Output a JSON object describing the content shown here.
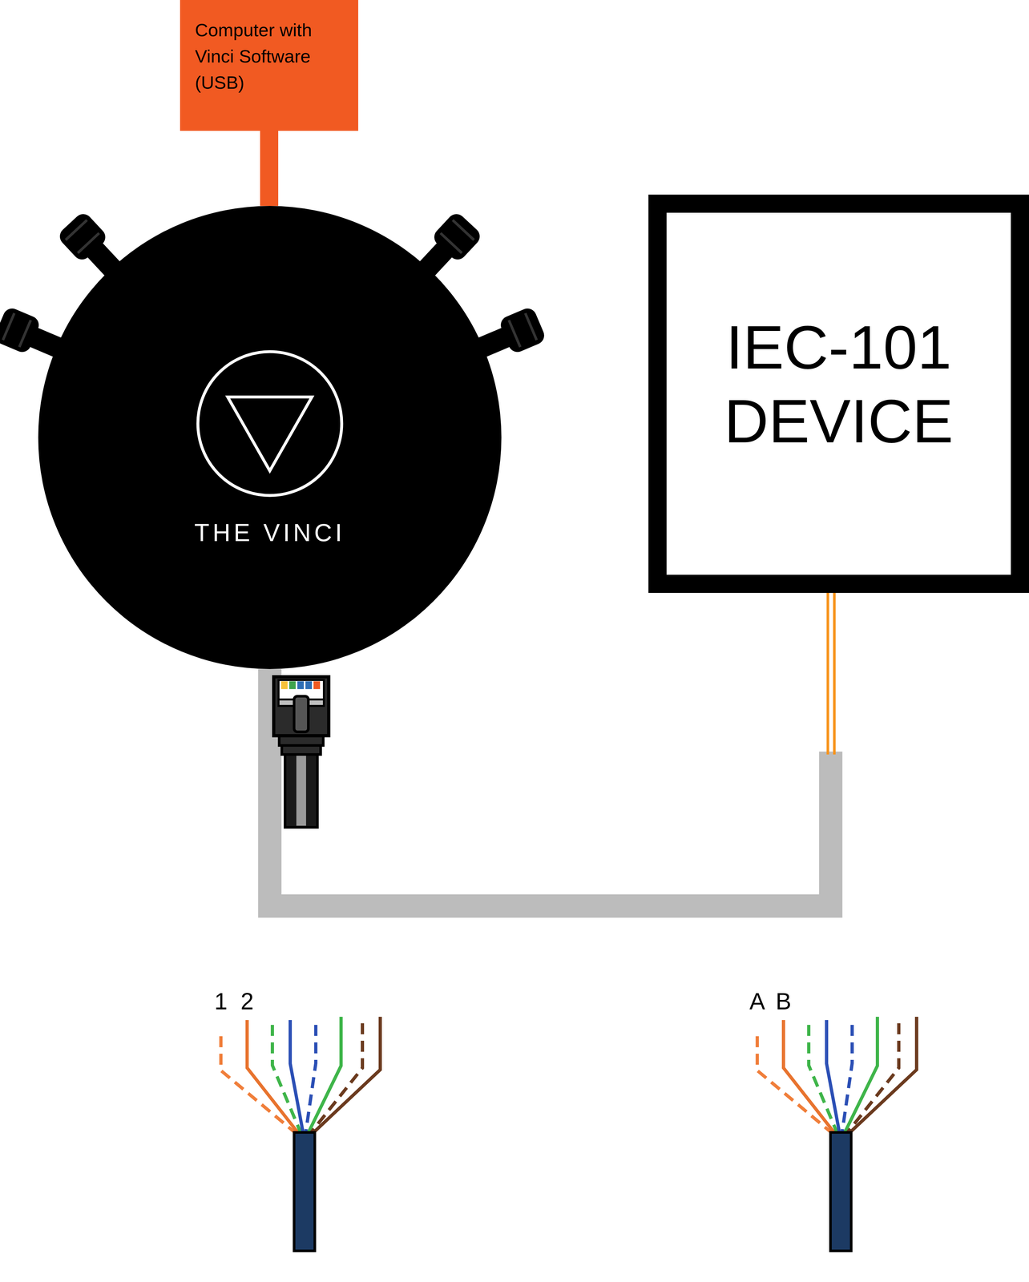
{
  "diagram": {
    "nodes": [
      {
        "text": [
          "Computer with Vinci Software (USB)"
        ]
      },
      {
        "text": [
          "THE VINCI"
        ]
      },
      {
        "text": [
          "IEC-101 DEVICE"
        ]
      }
    ],
    "edges": [
      {
        "from": 0,
        "to": 1,
        "arrow": "none"
      },
      {
        "from": 1,
        "to": 2,
        "arrow": "none"
      }
    ],
    "labels": [
      "1",
      "2",
      "A",
      "B"
    ]
  }
}
